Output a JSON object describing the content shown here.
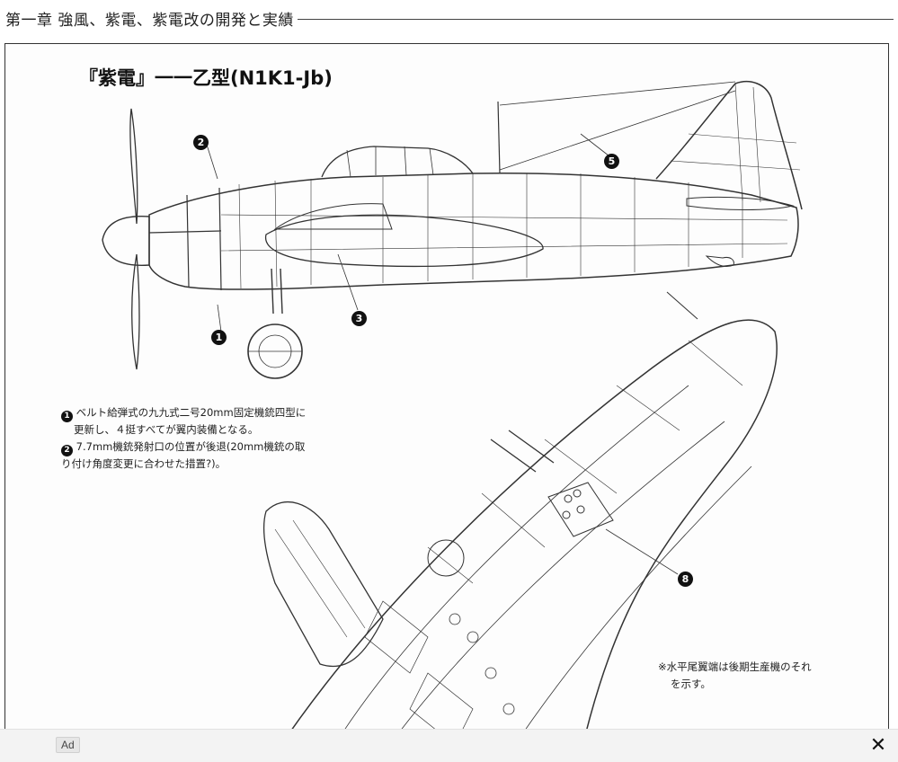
{
  "chapter_header": {
    "title": "第一章 強風、紫電、紫電改の開発と実績"
  },
  "plate": {
    "title": "『紫電』一一乙型(N1K1-Jb)",
    "callouts": [
      "1",
      "2",
      "3",
      "5",
      "8"
    ],
    "notes": [
      {
        "bullet": "1",
        "lines": [
          "ベルト給弾式の九九式二号20mm固定機銃四型に",
          "更新し、４挺すべてが翼内装備となる。"
        ]
      },
      {
        "bullet": "2",
        "lines": [
          "7.7mm機銃発射口の位置が後退(20mm機銃の取",
          "り付け角度変更に合わせた措置?)。"
        ]
      }
    ],
    "remark_lines": [
      "※水平尾翼端は後期生産機のそれ",
      "を示す。"
    ]
  },
  "ad_bar": {
    "label": "Ad",
    "close_label": "✕"
  },
  "colors": {
    "line": "#333333",
    "paper": "#fdfdfd",
    "callout": "#111111"
  }
}
